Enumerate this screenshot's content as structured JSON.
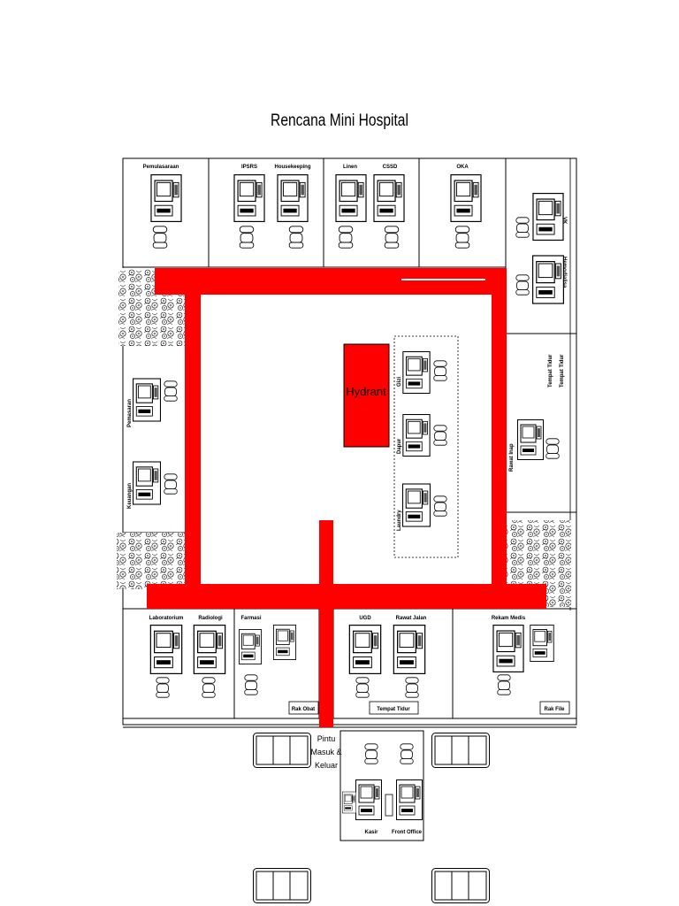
{
  "title": "Rencana Mini Hospital",
  "colors": {
    "corridor": "#ff0000",
    "walls": "#000000",
    "background": "#ffffff"
  },
  "icons": {
    "desk": "desk-with-computer-icon",
    "chair": "chair-icon",
    "sofa": "sofa-icon",
    "plants": "plants-icon"
  },
  "rooms": {
    "pemulasaraan": "Pemulasaraan",
    "ipsrs": "IPSRS",
    "housekeeping": "Housekeeping",
    "linen": "Linen",
    "cssd": "CSSD",
    "oka": "OKA",
    "vk": "VK",
    "hemodialisa": "Hemodialisa",
    "tempat_tidur_1": "Tempat Tidur",
    "tempat_tidur_2": "Tempat Tidur",
    "rawat_inap": "Rawat Inap",
    "pemasaran": "Pemasaran",
    "keuangan": "Keuangan",
    "gizi": "Gizi",
    "dapur": "Dapur",
    "laundry": "Laundry",
    "hydrant": "Hydrant",
    "laboratorium": "Laboratorium",
    "radiologi": "Radiologi",
    "farmasi": "Farmasi",
    "ugd": "UGD",
    "rawat_jalan": "Rawat Jalan",
    "rekam_medis": "Rekam Medis",
    "rak_obat": "Rak Obat",
    "tempat_tidur_bottom": "Tempat Tidur",
    "rak_file": "Rak File",
    "kasir": "Kasir",
    "front_office": "Front Office"
  },
  "entrance": {
    "line1": "Pintu",
    "line2": "Masuk &",
    "line3": "Keluar"
  }
}
